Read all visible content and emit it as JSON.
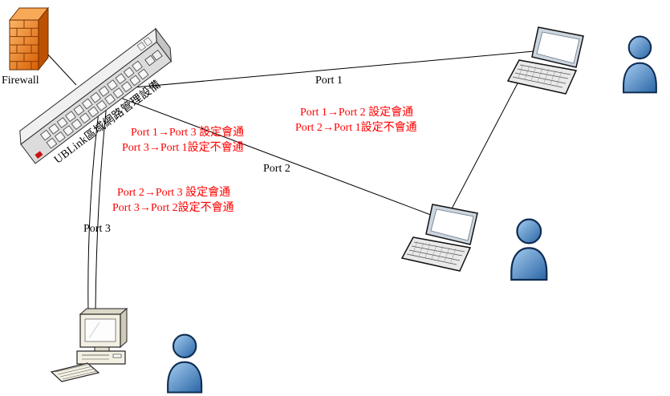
{
  "diagram": {
    "firewall": {
      "label": "Firewall"
    },
    "switch": {
      "label": "UBLink區域網路管理設備"
    },
    "ports": [
      {
        "id": "port1",
        "label": "Port 1"
      },
      {
        "id": "port2",
        "label": "Port 2"
      },
      {
        "id": "port3",
        "label": "Port 3"
      }
    ],
    "annotations": [
      {
        "id": "port1-port2",
        "line1": "Port 1→Port 2 設定會通",
        "line2": "Port 2→Port 1設定不會通"
      },
      {
        "id": "port1-port3",
        "line1": "Port 1→Port 3 設定會通",
        "line2": "Port 3→Port 1設定不會通"
      },
      {
        "id": "port2-port3",
        "line1": "Port 2→Port 3 設定會通",
        "line2": "Port 3→Port 2設定不會通"
      }
    ],
    "colors": {
      "annotation_text": "#ff0000",
      "label_text": "#000000",
      "line": "#000000",
      "person_fill": "#4f94cd",
      "firewall_fill": "#e8700a",
      "background": "#ffffff"
    }
  }
}
